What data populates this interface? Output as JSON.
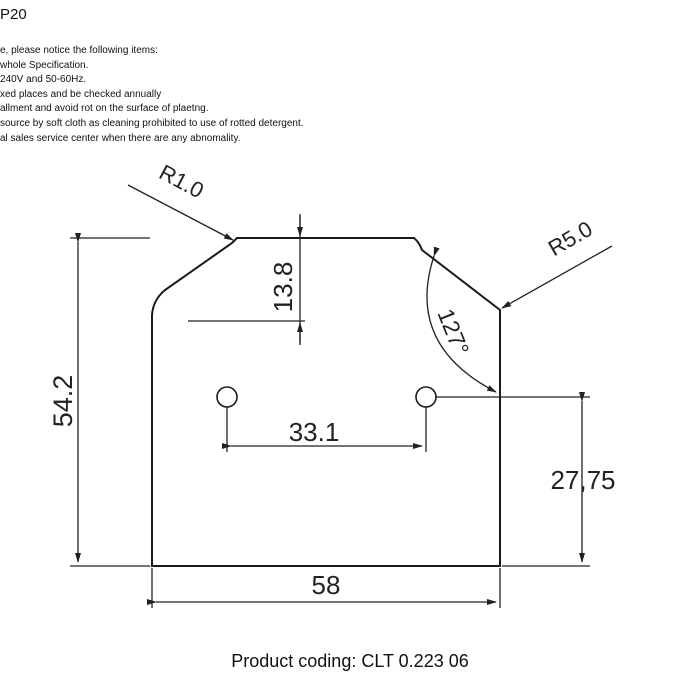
{
  "header": {
    "code": "P20",
    "notes": [
      "e, please notice the following items:",
      "whole Specification.",
      "240V and 50-60Hz.",
      "xed places and be checked annually",
      "allment and avoid rot on the surface of plaetng.",
      "source by soft cloth as cleaning prohibited to use of rotted detergent.",
      "al sales service center when there are any abnomality."
    ]
  },
  "drawing": {
    "line_color": "#1a1a1a",
    "dimensions": {
      "radius_small": "R1.0",
      "radius_large": "R5.0",
      "notch_depth": "13.8",
      "angle": "127°",
      "height": "54.2",
      "hole_spacing": "33.1",
      "hole_height": "27,75",
      "width": "58"
    }
  },
  "footer": {
    "product_coding": "Product coding: CLT 0.223 06"
  }
}
